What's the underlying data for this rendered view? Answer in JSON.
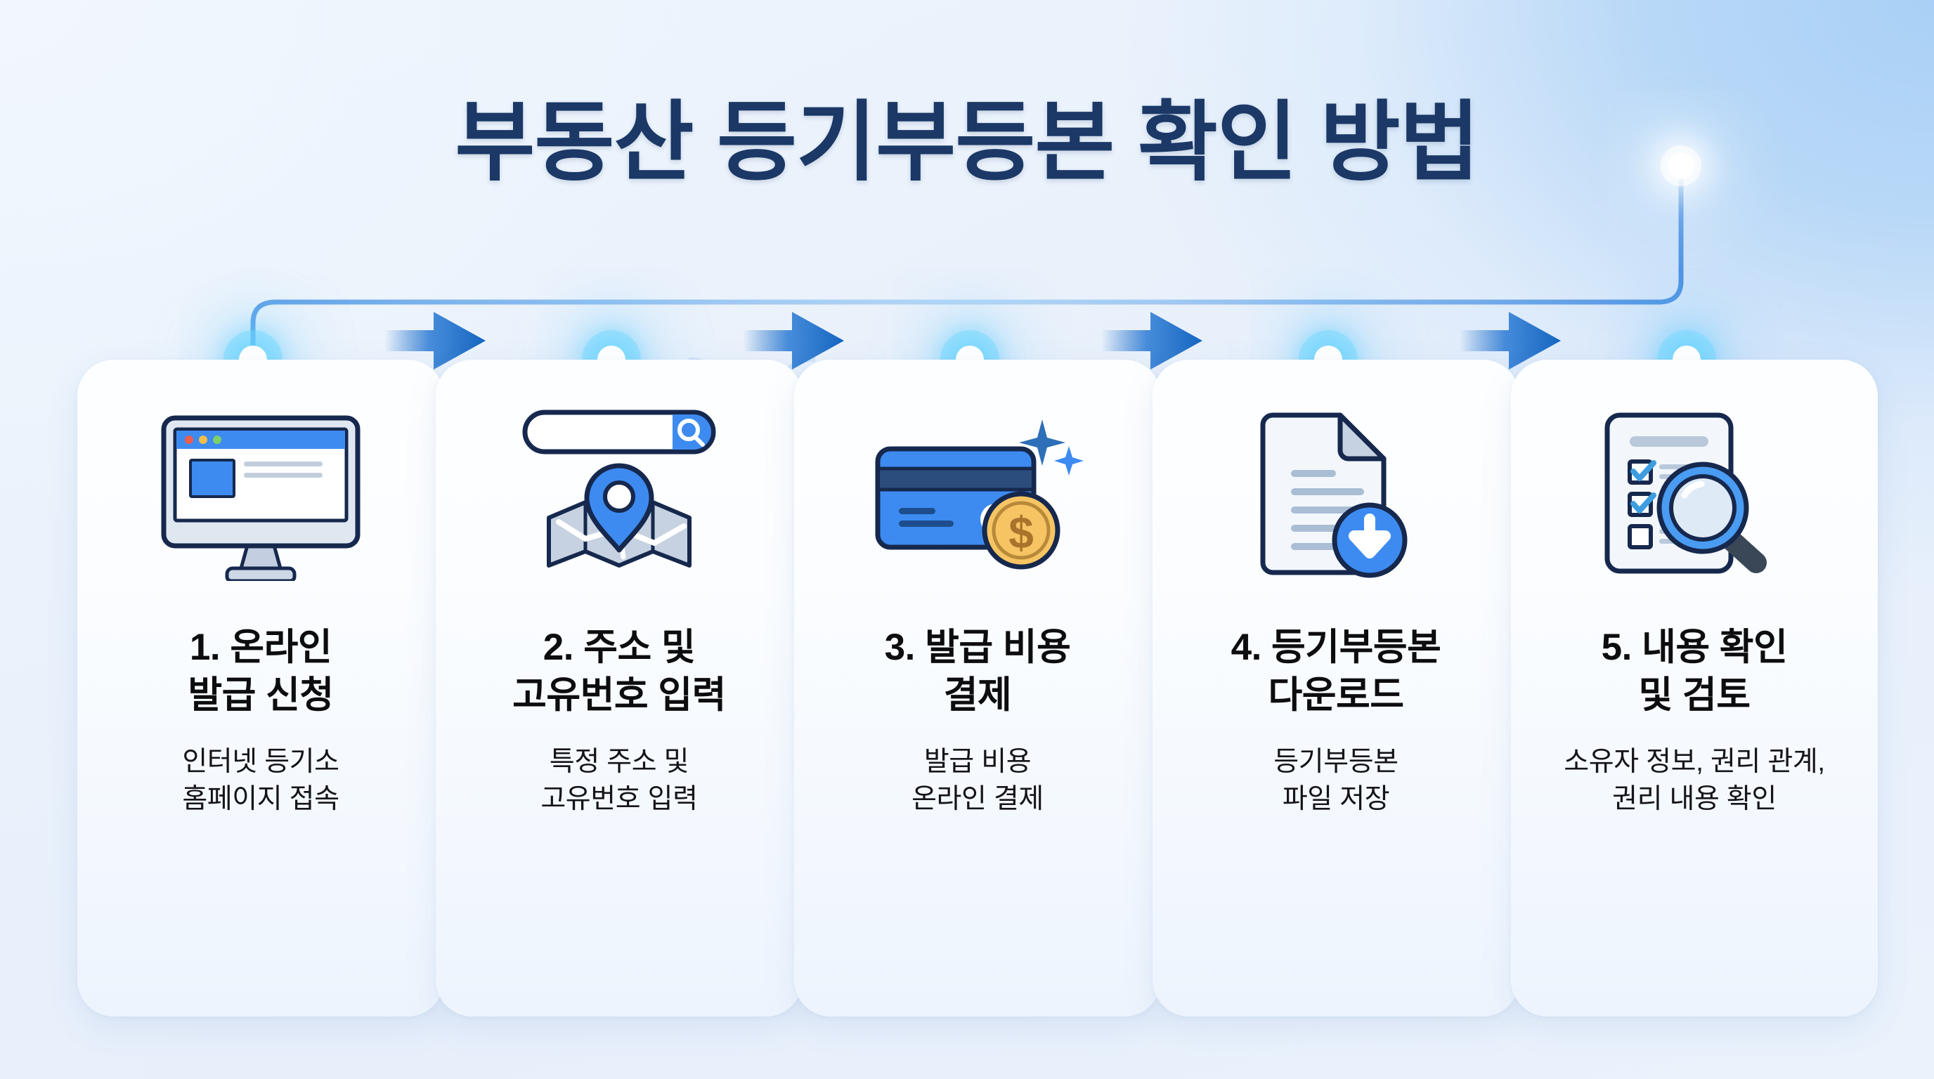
{
  "page": {
    "title": "부동산 등기부등본 확인 방법",
    "background_top_right": "#a9d0f6",
    "background_bottom_left": "#e9f1fb",
    "title_color": "#1b3866",
    "accent_color": "#1668c4",
    "node_glow_color": "#56ccff"
  },
  "flow": {
    "connector_color": "#4a90e2",
    "arrow_color": "#1668c4",
    "arrow_count": 4
  },
  "steps": [
    {
      "index": "1",
      "icon": "monitor-browser-icon",
      "title": "1. 온라인\n발급 신청",
      "desc": "인터넷 등기소\n홈페이지 접속"
    },
    {
      "index": "2",
      "icon": "search-map-pin-icon",
      "title": "2. 주소 및\n고유번호 입력",
      "desc": "특정 주소 및\n고유번호 입력"
    },
    {
      "index": "3",
      "icon": "credit-card-coin-icon",
      "title": "3. 발급 비용\n결제",
      "desc": "발급 비용\n온라인 결제"
    },
    {
      "index": "4",
      "icon": "document-download-icon",
      "title": "4. 등기부등본\n다운로드",
      "desc": "등기부등본\n파일 저장"
    },
    {
      "index": "5",
      "icon": "checklist-magnifier-icon",
      "title": "5. 내용 확인\n및 검토",
      "desc": "소유자 정보, 권리 관계,\n권리 내용 확인"
    }
  ]
}
